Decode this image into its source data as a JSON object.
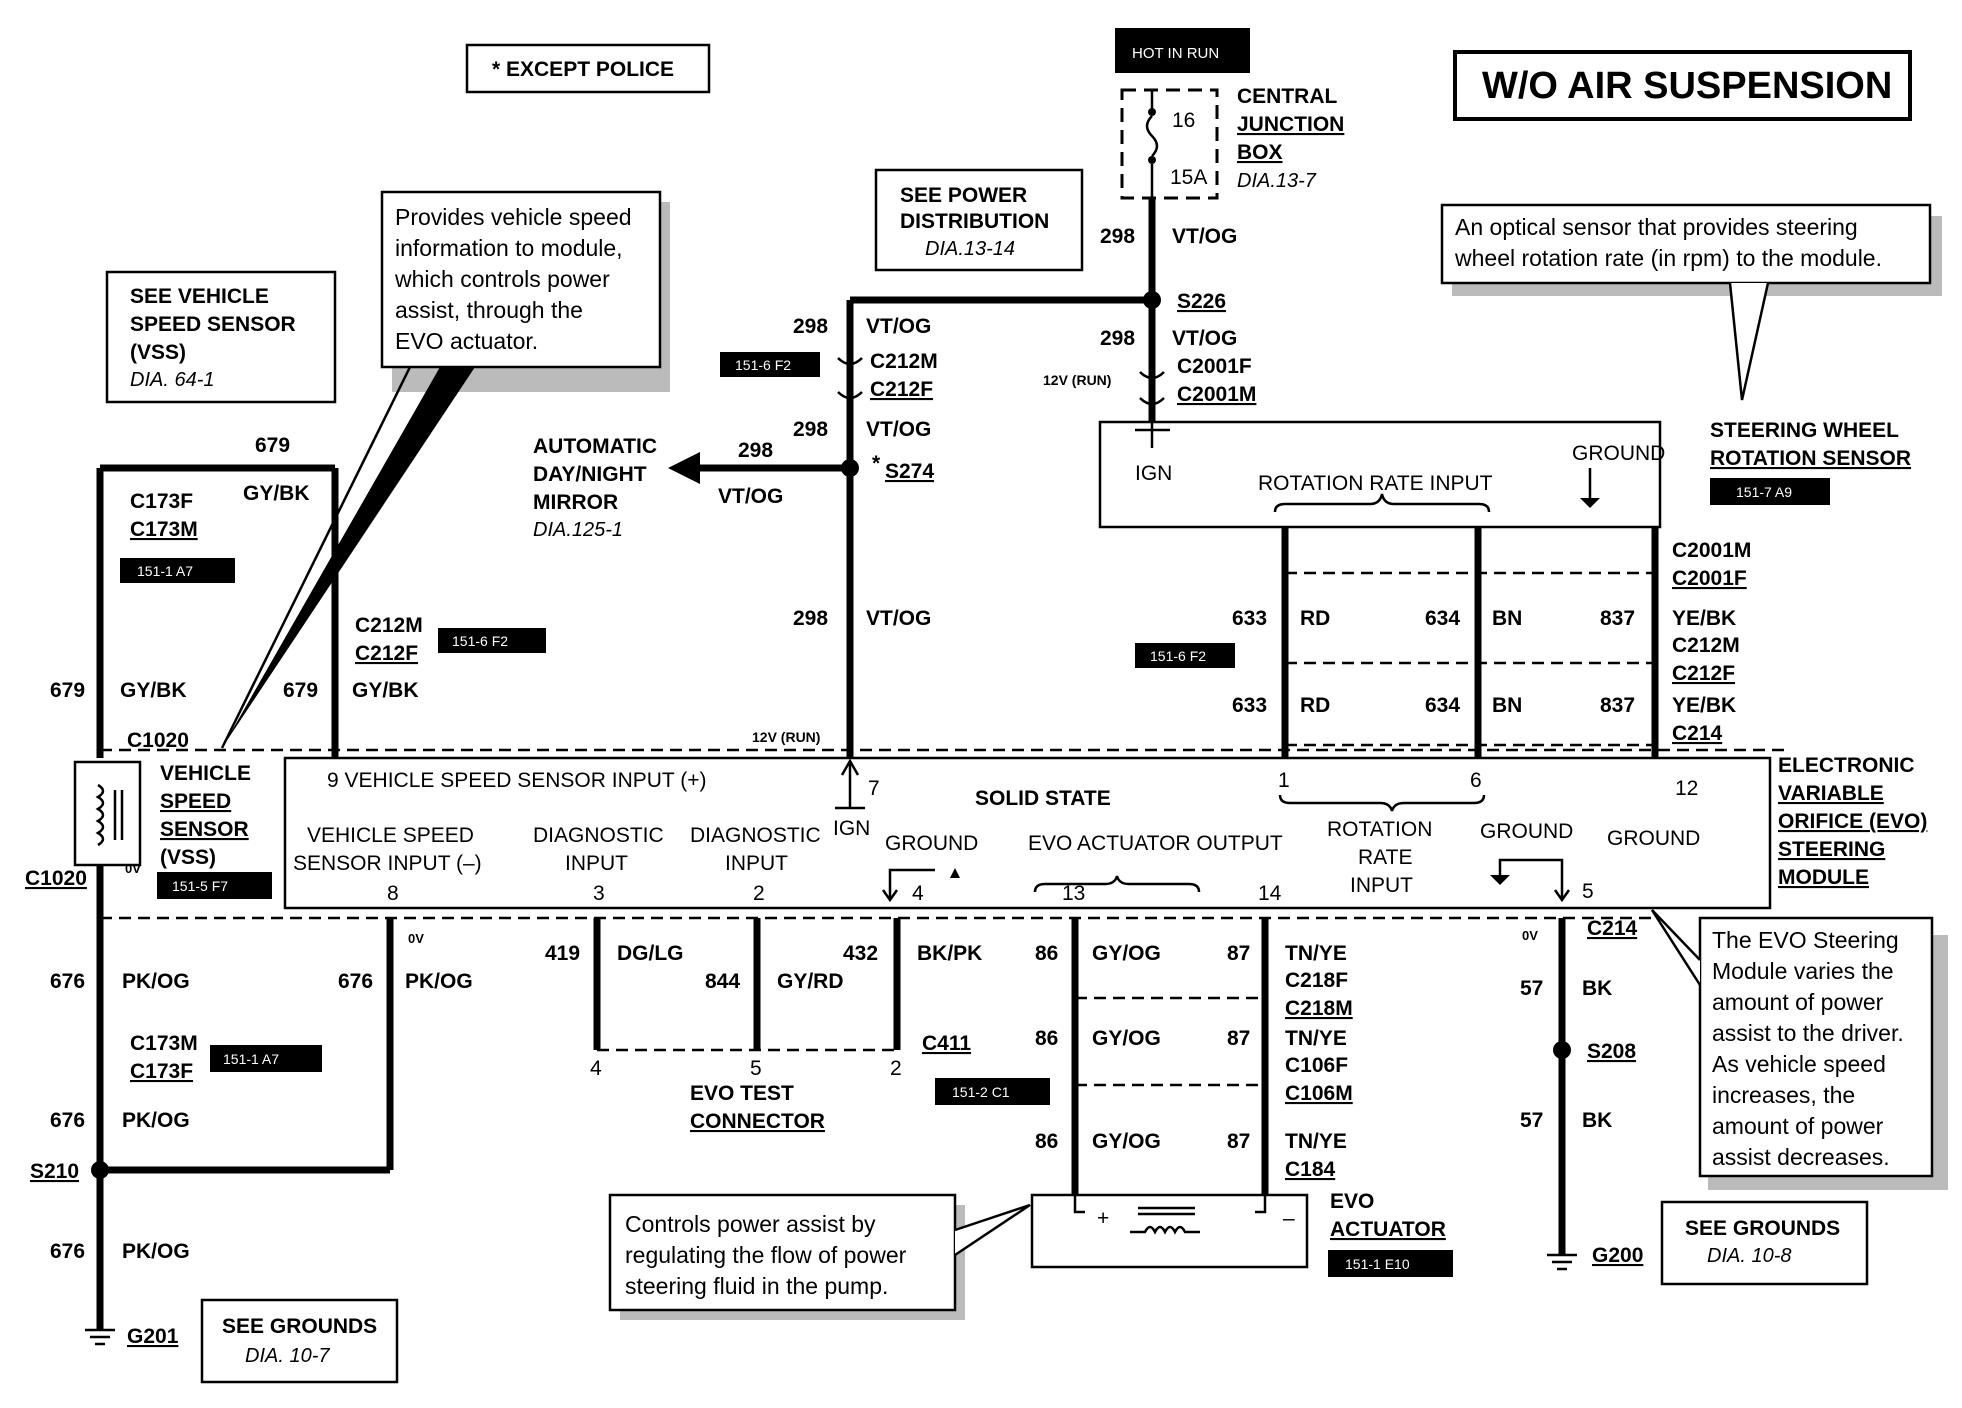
{
  "title": "W/O AIR SUSPENSION",
  "except_police": "* EXCEPT POLICE",
  "hot_in_run": "HOT IN RUN",
  "cjb": {
    "line1": "CENTRAL",
    "line2": "JUNCTION",
    "line3": "BOX",
    "ref": "DIA.13-7",
    "fuse_num": "16",
    "fuse_amp": "15A"
  },
  "power_dist": {
    "line1": "SEE POWER",
    "line2": "DISTRIBUTION",
    "ref": "DIA.13-14"
  },
  "vss_ref": {
    "line1": "SEE VEHICLE",
    "line2": "SPEED SENSOR",
    "line3": "(VSS)",
    "ref": "DIA. 64-1"
  },
  "note_vss": [
    "Provides vehicle speed",
    "information to module,",
    "which controls power",
    "assist, through the",
    "EVO actuator."
  ],
  "note_optical": [
    "An optical sensor that provides steering",
    "wheel rotation rate (in rpm) to the module."
  ],
  "note_evo": [
    "The EVO Steering",
    "Module varies the",
    "amount of power",
    "assist to the driver.",
    "As vehicle speed",
    "increases, the",
    "amount of power",
    "assist decreases."
  ],
  "note_actuator": [
    "Controls power assist by",
    "regulating the flow of power",
    "steering fluid in the pump."
  ],
  "mirror": {
    "line1": "AUTOMATIC",
    "line2": "DAY/NIGHT",
    "line3": "MIRROR",
    "ref": "DIA.125-1"
  },
  "swrs": {
    "line1": "STEERING WHEEL",
    "line2": "ROTATION SENSOR",
    "ign": "IGN",
    "ground": "GROUND",
    "rotation": "ROTATION RATE INPUT",
    "tag": "151-7 A9"
  },
  "evo_module": {
    "line1": "ELECTRONIC",
    "line2": "VARIABLE",
    "line3": "ORIFICE (EVO)",
    "line4": "STEERING",
    "line5": "MODULE",
    "solid_state": "SOLID STATE",
    "pin9": "9  VEHICLE SPEED SENSOR INPUT (+)",
    "vss_neg1": "VEHICLE SPEED",
    "vss_neg2": "SENSOR INPUT (–)",
    "diag": "DIAGNOSTIC",
    "input": "INPUT",
    "ign": "IGN",
    "ground": "GROUND",
    "evo_out": "EVO ACTUATOR OUTPUT",
    "rot1": "ROTATION",
    "rot2": "RATE",
    "rot3": "INPUT",
    "p8": "8",
    "p3": "3",
    "p2": "2",
    "p4": "4",
    "p13": "13",
    "p14": "14",
    "p5": "5",
    "p7": "7",
    "p1": "1",
    "p6": "6",
    "p12": "12"
  },
  "vss_sensor": {
    "line1": "VEHICLE",
    "line2": "SPEED",
    "line3": "SENSOR",
    "line4": "(VSS)",
    "tag": "151-5 F7"
  },
  "evo_test": {
    "line1": "EVO TEST",
    "line2": "CONNECTOR",
    "p4": "4",
    "p5": "5",
    "p2": "2"
  },
  "evo_actuator": {
    "line1": "EVO",
    "line2": "ACTUATOR",
    "tag": "151-1 E10",
    "plus": "+",
    "minus": "–"
  },
  "grounds_left": {
    "line1": "SEE GROUNDS",
    "ref": "DIA. 10-7",
    "g": "G201"
  },
  "grounds_right": {
    "line1": "SEE GROUNDS",
    "ref": "DIA. 10-8",
    "g": "G200"
  },
  "labels": {
    "w298": "298",
    "vtog": "VT/OG",
    "s226": "S226",
    "s274": "S274",
    "star": "*",
    "c2001f": "C2001F",
    "c2001m": "C2001M",
    "run12": "12V (RUN)",
    "c212m": "C212M",
    "c212f": "C212F",
    "w679": "679",
    "gybk": "GY/BK",
    "c173f": "C173F",
    "c173m": "C173M",
    "c1020": "C1020",
    "w676": "676",
    "pkog": "PK/OG",
    "s210": "S210",
    "ov": "0V",
    "w633": "633",
    "rd": "RD",
    "w634": "634",
    "bn": "BN",
    "w837": "837",
    "yebk": "YE/BK",
    "c214": "C214",
    "w419": "419",
    "dglg": "DG/LG",
    "w844": "844",
    "gyrd": "GY/RD",
    "w432": "432",
    "bkpk": "BK/PK",
    "c411": "C411",
    "w86": "86",
    "gyog": "GY/OG",
    "w87": "87",
    "tnye": "TN/YE",
    "c218f": "C218F",
    "c218m": "C218M",
    "c106f": "C106F",
    "c106m": "C106M",
    "c184": "C184",
    "w57": "57",
    "bk": "BK",
    "s208": "S208"
  },
  "tags": {
    "t1": "151-6 F2",
    "t2": "151-1 A7",
    "t3": "151-6 F2",
    "t4": "151-6 F2",
    "t5": "151-1 A7",
    "t6": "151-2 C1"
  }
}
